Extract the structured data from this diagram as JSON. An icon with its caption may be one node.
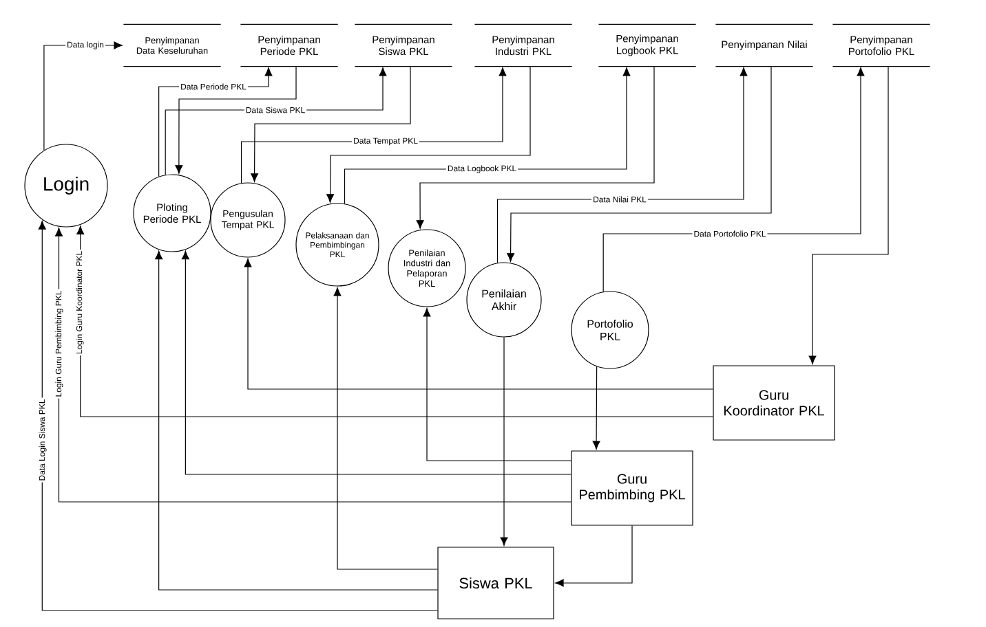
{
  "diagram": {
    "nodes": [
      {
        "text": [
          "Penyimpanan Data Keseluruhan"
        ]
      },
      {
        "text": [
          "Penyimpanan Periode PKL"
        ]
      },
      {
        "text": [
          "Penyimpanan Siswa PKL"
        ]
      },
      {
        "text": [
          "Penyimpanan Industri PKL"
        ]
      },
      {
        "text": [
          "Penyimpanan Logbook PKL"
        ]
      },
      {
        "text": [
          "Penyimpanan Nilai"
        ]
      },
      {
        "text": [
          "Penyimpanan Portofolio PKL"
        ]
      },
      {
        "text": [
          "Login"
        ]
      },
      {
        "text": [
          "Ploting Periode PKL"
        ]
      },
      {
        "text": [
          "Pengusulan Tempat PKL"
        ]
      },
      {
        "text": [
          "Pelaksanaan dan Pembimbingan PKL"
        ]
      },
      {
        "text": [
          "Penilaian Industri dan Pelaporan PKL"
        ]
      },
      {
        "text": [
          "Penilaian Akhir"
        ]
      },
      {
        "text": [
          "Portofolio PKL"
        ]
      },
      {
        "text": [
          "Guru Koordinator PKL"
        ]
      },
      {
        "text": [
          "Guru Pembimbing PKL"
        ]
      },
      {
        "text": [
          "Siswa PKL"
        ]
      }
    ],
    "edges": [
      {
        "from": 7,
        "to": 0,
        "arrow": "to",
        "label": "Data login"
      },
      {
        "from": 8,
        "to": 1,
        "arrow": "to",
        "label": "Data Periode PKL"
      },
      {
        "from": 1,
        "to": 8,
        "arrow": "to"
      },
      {
        "from": 8,
        "to": 2,
        "arrow": "to",
        "label": "Data Siswa PKL"
      },
      {
        "from": 2,
        "to": 9,
        "arrow": "to"
      },
      {
        "from": 9,
        "to": 3,
        "arrow": "to",
        "label": "Data Tempat PKL"
      },
      {
        "from": 3,
        "to": 10,
        "arrow": "to"
      },
      {
        "from": 10,
        "to": 4,
        "arrow": "to",
        "label": "Data Logbook PKL"
      },
      {
        "from": 4,
        "to": 11,
        "arrow": "to"
      },
      {
        "from": 12,
        "to": 5,
        "arrow": "to",
        "label": "Data Nilai PKL"
      },
      {
        "from": 5,
        "to": 12,
        "arrow": "to"
      },
      {
        "from": 13,
        "to": 6,
        "arrow": "to",
        "label": "Data Portofolio PKL"
      },
      {
        "from": 6,
        "to": 14,
        "arrow": "to"
      },
      {
        "from": 16,
        "to": 7,
        "arrow": "to",
        "label": "Data Login Siswa PKL"
      },
      {
        "from": 15,
        "to": 7,
        "arrow": "to",
        "label": "Login Guru Pembimbing PKL"
      },
      {
        "from": 14,
        "to": 7,
        "arrow": "to",
        "label": "Login Guru Koordinator PKL"
      },
      {
        "from": 16,
        "to": 8,
        "arrow": "to"
      },
      {
        "from": 15,
        "to": 8,
        "arrow": "to"
      },
      {
        "from": 14,
        "to": 9,
        "arrow": "to"
      },
      {
        "from": 16,
        "to": 10,
        "arrow": "to"
      },
      {
        "from": 15,
        "to": 11,
        "arrow": "to"
      },
      {
        "from": 12,
        "to": 16,
        "arrow": "to"
      },
      {
        "from": 13,
        "to": 15,
        "arrow": "to"
      },
      {
        "from": 15,
        "to": 16,
        "arrow": "to"
      }
    ]
  }
}
